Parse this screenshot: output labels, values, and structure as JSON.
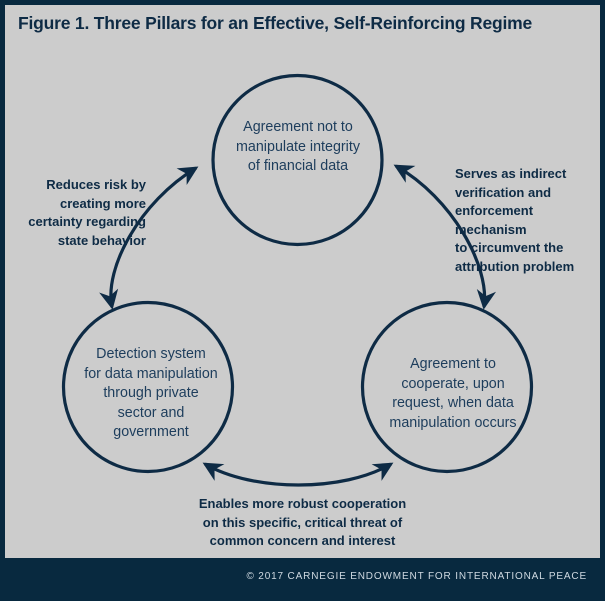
{
  "figure": {
    "title": "Figure 1. Three Pillars for an Effective, Self-Reinforcing Regime",
    "footer": "© 2017 CARNEGIE ENDOWMENT FOR INTERNATIONAL PEACE",
    "colors": {
      "frame": "#08293f",
      "canvas": "#cccccc",
      "stroke": "#0e2b45",
      "circle_text": "#1d3d5c",
      "footer_text": "#cfd9e1"
    }
  },
  "nodes": [
    {
      "id": "agreement-integrity",
      "label": "Agreement not to\nmanipulate integrity\nof financial data",
      "position": "top"
    },
    {
      "id": "detection-system",
      "label": "Detection system\nfor data manipulation\nthrough private\nsector and\ngovernment",
      "position": "bottom-left"
    },
    {
      "id": "agreement-cooperate",
      "label": "Agreement to\ncooperate, upon\nrequest, when data\nmanipulation occurs",
      "position": "bottom-right"
    }
  ],
  "connectors": [
    {
      "id": "left-connector",
      "label": "Reduces risk by\ncreating more\ncertainty regarding\nstate behavior",
      "from": "detection-system",
      "to": "agreement-integrity",
      "style": "double-headed-curved-arrow"
    },
    {
      "id": "right-connector",
      "label": "Serves as indirect\nverification and\nenforcement mechanism\nto circumvent the\nattribution problem",
      "from": "agreement-integrity",
      "to": "agreement-cooperate",
      "style": "double-headed-curved-arrow"
    },
    {
      "id": "bottom-connector",
      "label": "Enables more robust cooperation\non this specific, critical threat of\ncommon concern and interest",
      "from": "detection-system",
      "to": "agreement-cooperate",
      "style": "double-headed-curved-arrow"
    }
  ]
}
